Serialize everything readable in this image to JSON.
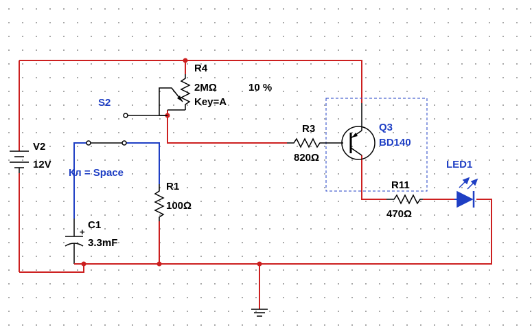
{
  "components": {
    "r4": {
      "ref": "R4",
      "value": "2MΩ",
      "percent": "10 %",
      "key": "Key=A"
    },
    "s2": {
      "ref": "S2"
    },
    "switch_key": {
      "label": "Кл = Space"
    },
    "v2": {
      "ref": "V2",
      "value": "12V"
    },
    "r1": {
      "ref": "R1",
      "value": "100Ω"
    },
    "c1": {
      "ref": "C1",
      "value": "3.3mF"
    },
    "r3": {
      "ref": "R3",
      "value": "820Ω"
    },
    "q3": {
      "ref": "Q3",
      "value": "BD140"
    },
    "r11": {
      "ref": "R11",
      "value": "470Ω"
    },
    "led1": {
      "ref": "LED1"
    }
  },
  "colors": {
    "wire_red": "#cc1f1f",
    "wire_blue": "#1f3fc4",
    "label_blue": "#1f3fc4",
    "component": "#000000",
    "grid_dot": "#9a9a9a"
  }
}
